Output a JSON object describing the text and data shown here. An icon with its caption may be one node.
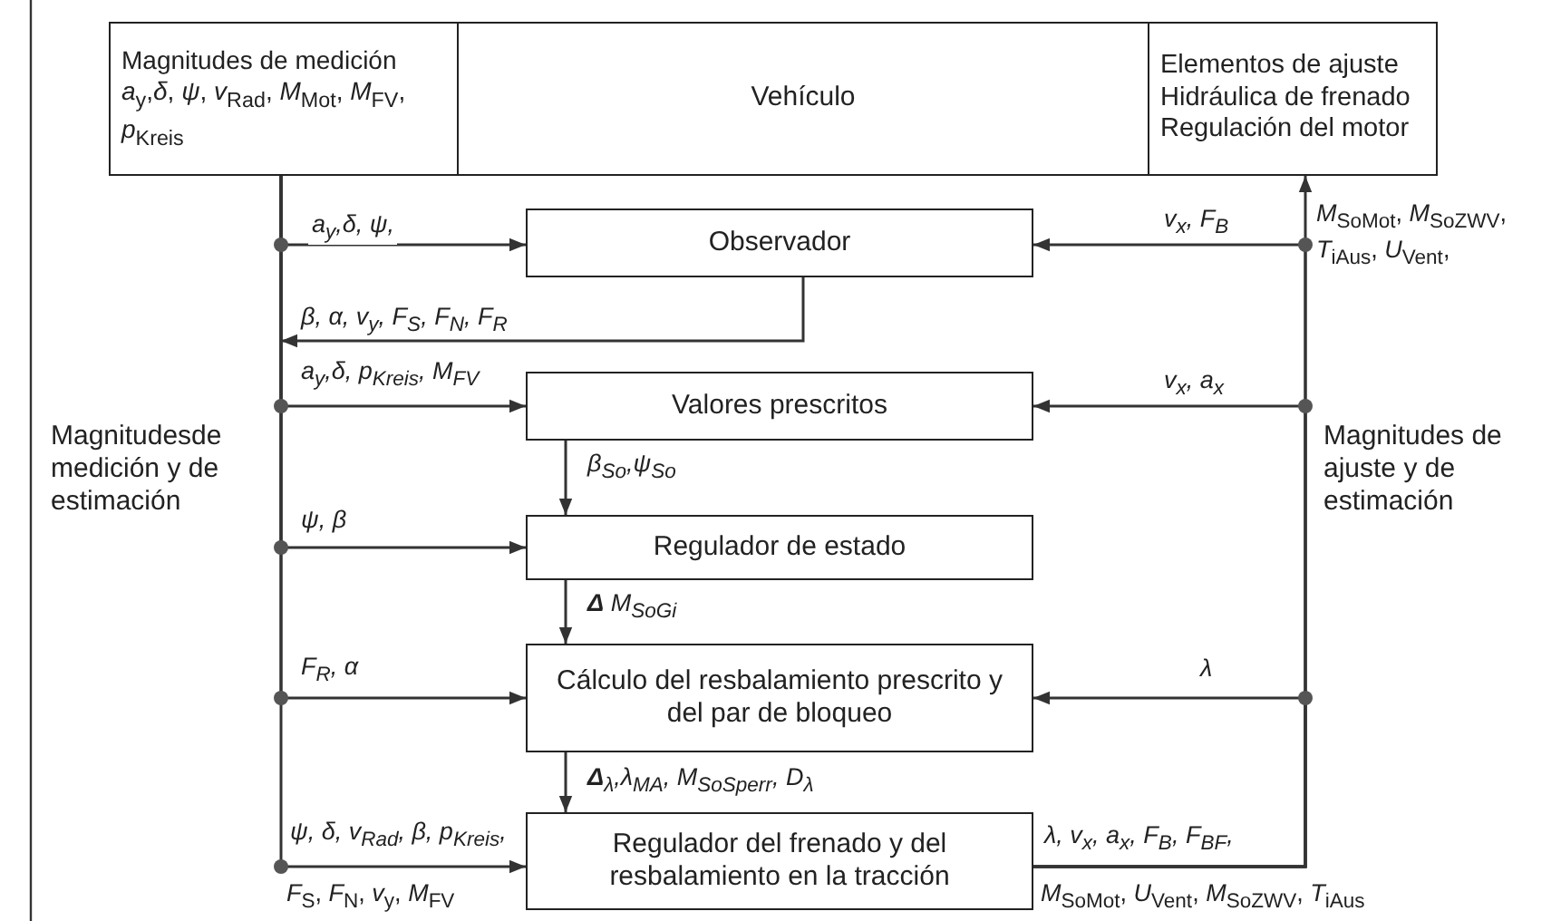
{
  "diagram": {
    "nodes": [
      {
        "text": [
          "Magnitudes de medición *a*$_{y}$,*δ*, *ψ*, *v*$_{Rad}$, *M*$_{Mot}$, *M*$_{FV}$, *p*$_{Kreis}$"
        ]
      },
      {
        "text": [
          "Vehículo"
        ]
      },
      {
        "text": [
          "Elementos de ajuste Hidráulica de frenado Regulación del motor"
        ]
      },
      {
        "text": [
          "Observador"
        ]
      },
      {
        "text": [
          "Valores prescritos"
        ]
      },
      {
        "text": [
          "Regulador de estado"
        ]
      },
      {
        "text": [
          "Cálculo del resbalamiento prescrito y del par de bloqueo"
        ]
      },
      {
        "text": [
          "Regulador del frenado y del resbalamiento en la tracción"
        ]
      }
    ],
    "edges": [
      {
        "from": 0,
        "to": 3,
        "arrow": "to",
        "label": "a$_{y}$,δ, ψ,"
      },
      {
        "from": 3,
        "to": null,
        "arrow": "to",
        "label": "β, α, v$_{y}$, F$_{S}$, F$_{N}$, F$_{R}$"
      },
      {
        "from": 0,
        "to": 4,
        "arrow": "to",
        "label": "a$_{y}$,δ, p$_{Kreis}$, M$_{FV}$"
      },
      {
        "from": 0,
        "to": 5,
        "arrow": "to",
        "label": "ψ, β"
      },
      {
        "from": 0,
        "to": 6,
        "arrow": "to",
        "label": "F$_{R}$, α"
      },
      {
        "from": 0,
        "to": 7,
        "arrow": "to",
        "label": "ψ, δ, v$_{Rad}$, β, p$_{Kreis}$,"
      },
      {
        "from": 4,
        "to": 5,
        "arrow": "to",
        "label": "β$_{So}$,ψ$_{So}$"
      },
      {
        "from": 5,
        "to": 6,
        "arrow": "to",
        "label": "**Δ** M$_{SoGi}$"
      },
      {
        "from": 6,
        "to": 7,
        "arrow": "to",
        "label": "**Δ**$_{λ}$,λ$_{MA}$, M$_{SoSperr}$, D$_{λ}$"
      },
      {
        "from": 7,
        "to": 2,
        "arrow": "to",
        "label": "λ, v$_{x}$, a$_{x}$, F$_{B}$, F$_{BF}$,"
      },
      {
        "from": 7,
        "to": 3,
        "arrow": "to",
        "label": "v$_{x}$, F$_{B}$"
      },
      {
        "from": 7,
        "to": 4,
        "arrow": "to",
        "label": "v$_{x}$, a$_{x}$"
      },
      {
        "from": 7,
        "to": 6,
        "arrow": "to",
        "label": "λ"
      }
    ],
    "labels": [
      "Magnitudesde medición y de estimación",
      "Magnitudes de ajuste y de estimación",
      "*M*$_{SoMot}$, *M*$_{SoZWV}$, *T*$_{iAus}$, *U*$_{Vent}$,",
      "*F*$_{S}$, *F*$_{N}$, *v*$_{y}$, *M*$_{FV}$",
      "*M*$_{SoMot}$, *U*$_{Vent}$, *M*$_{SoZWV}$, *T*$_{iAus}$"
    ]
  }
}
